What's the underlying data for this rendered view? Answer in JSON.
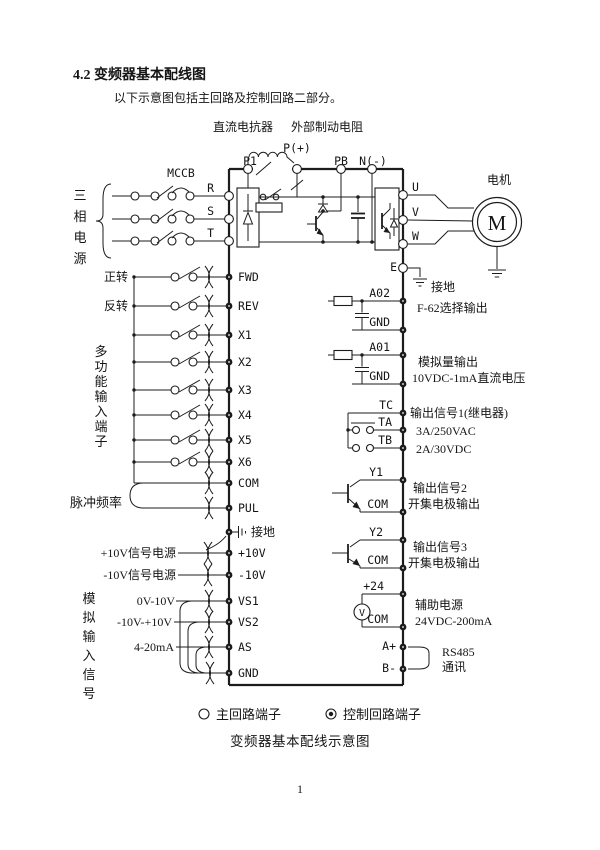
{
  "page": {
    "title": "4.2 变频器基本配线图",
    "subtitle": "以下示意图包括主回路及控制回路二部分。",
    "page_number": "1"
  },
  "caption": "变频器基本配线示意图",
  "legend": {
    "main": "主回路端子",
    "control": "控制回路端子"
  },
  "top": {
    "dc_reactor": "直流电抗器",
    "brake_resistor": "外部制动电阻",
    "p1": "P1",
    "p_plus": "P(+)",
    "pb": "PB",
    "n_minus": "N(-)",
    "mccb": "MCCB"
  },
  "source": {
    "name": "三相电源",
    "phases": [
      "R",
      "S",
      "T"
    ]
  },
  "motor": {
    "label": "电机",
    "m": "M",
    "u": "U",
    "v": "V",
    "w": "W",
    "e": "E",
    "ground": "接地"
  },
  "left": {
    "forward": "正转",
    "reverse": "反转",
    "multi_input": "多功能输入端子",
    "pulse_freq": "脉冲频率",
    "ground": "接地",
    "p10": "+10V信号电源",
    "m10": "-10V信号电源",
    "analog_in": "模拟输入信号",
    "r1": "0V-10V",
    "r2": "-10V-+10V",
    "r3": "4-20mA"
  },
  "terminals_left": [
    "FWD",
    "REV",
    "X1",
    "X2",
    "X3",
    "X4",
    "X5",
    "X6",
    "COM",
    "PUL",
    "+10V",
    "-10V",
    "VS1",
    "VS2",
    "AS",
    "GND"
  ],
  "terminals_right": [
    "A02",
    "GND",
    "A01",
    "GND",
    "TC",
    "TA",
    "TB",
    "Y1",
    "COM",
    "Y2",
    "COM",
    "+24",
    "COM",
    "A+",
    "B-"
  ],
  "right": {
    "ground": "接地",
    "f62": "F-62选择输出",
    "ao1": "模拟量输出",
    "ao2": "10VDC-1mA直流电压",
    "o1a": "输出信号1(继电器)",
    "o1b": "3A/250VAC",
    "o1c": "2A/30VDC",
    "o2a": "输出信号2",
    "o2b": "开集电极输出",
    "o3a": "输出信号3",
    "o3b": "开集电极输出",
    "aux1": "辅助电源",
    "aux2": "24VDC-200mA",
    "rs1": "RS485",
    "rs2": "通讯",
    "vsym": "V"
  }
}
